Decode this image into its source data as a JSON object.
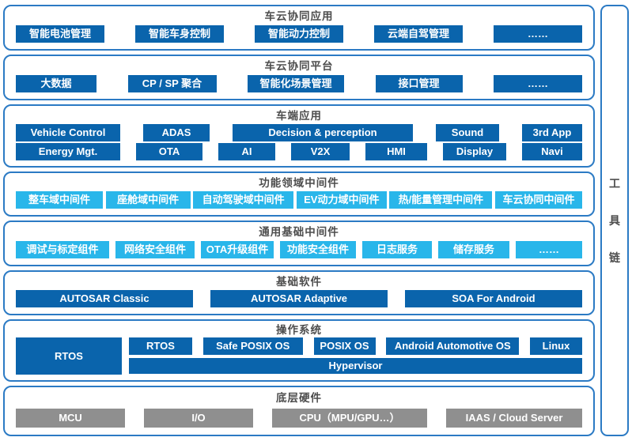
{
  "colors": {
    "dark_blue": "#0a64ac",
    "light_blue": "#29b6ea",
    "hardware_gray": "#8f8f8f",
    "frame_border_blue": "#2b7ac4",
    "title_gray": "#4d4d4d"
  },
  "toolchain": {
    "label": "工具链",
    "chars": [
      "工",
      "具",
      "链"
    ]
  },
  "layers": [
    {
      "title": "车云协同应用",
      "rows": [
        [
          "智能电池管理",
          "智能车身控制",
          "智能动力控制",
          "云端自驾管理",
          "……"
        ]
      ]
    },
    {
      "title": "车云协同平台",
      "rows": [
        [
          "大数据",
          "CP / SP 聚合",
          "智能化场景管理",
          "接口管理",
          "……"
        ]
      ]
    },
    {
      "title": "车端应用",
      "rows": [
        [
          "Vehicle Control",
          "ADAS",
          "Decision & perception",
          "Sound",
          "3rd App"
        ],
        [
          "Energy Mgt.",
          "OTA",
          "AI",
          "V2X",
          "HMI",
          "Display",
          "Navi"
        ]
      ]
    },
    {
      "title": "功能领域中间件",
      "rows": [
        [
          "整车域中间件",
          "座舱域中间件",
          "自动驾驶域中间件",
          "EV动力域中间件",
          "热/能量管理中间件",
          "车云协同中间件"
        ]
      ]
    },
    {
      "title": "通用基础中间件",
      "rows": [
        [
          "调试与标定组件",
          "网络安全组件",
          "OTA升级组件",
          "功能安全组件",
          "日志服务",
          "储存服务",
          "……"
        ]
      ]
    },
    {
      "title": "基础软件",
      "rows": [
        [
          "AUTOSAR Classic",
          "AUTOSAR Adaptive",
          "SOA For Android"
        ]
      ]
    },
    {
      "title": "操作系统",
      "left_box": "RTOS",
      "rows": [
        [
          "RTOS",
          "Safe POSIX OS",
          "POSIX OS",
          "Android Automotive OS",
          "Linux"
        ]
      ],
      "bottom_box": "Hypervisor"
    },
    {
      "title": "底层硬件",
      "rows": [
        [
          "MCU",
          "I/O",
          "CPU（MPU/GPU…）",
          "IAAS / Cloud Server"
        ]
      ]
    }
  ]
}
